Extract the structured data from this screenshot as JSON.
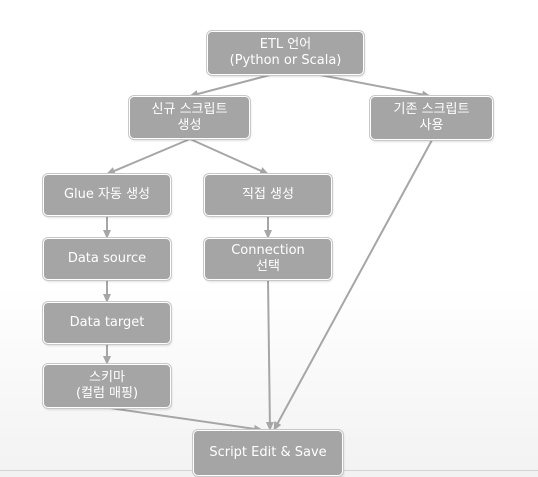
{
  "diagram": {
    "nodes": {
      "etl": {
        "line1": "ETL 언어",
        "line2": "(Python or Scala)"
      },
      "new_script": {
        "line1": "신규 스크립트",
        "line2": "생성"
      },
      "existing_script": {
        "line1": "기존 스크립트",
        "line2": "사용"
      },
      "glue_auto": {
        "line1": "Glue 자동 생성"
      },
      "direct": {
        "line1": "직접 생성"
      },
      "data_source": {
        "line1": "Data source"
      },
      "connection": {
        "line1": "Connection",
        "line2": "선택"
      },
      "data_target": {
        "line1": "Data target"
      },
      "schema": {
        "line1": "스키마",
        "line2": "(컬럼 매핑)"
      },
      "script_edit": {
        "line1": "Script Edit & Save"
      }
    },
    "edges": [
      {
        "from": "etl",
        "to": "new_script"
      },
      {
        "from": "etl",
        "to": "existing_script"
      },
      {
        "from": "new_script",
        "to": "glue_auto"
      },
      {
        "from": "new_script",
        "to": "direct"
      },
      {
        "from": "glue_auto",
        "to": "data_source"
      },
      {
        "from": "data_source",
        "to": "data_target"
      },
      {
        "from": "data_target",
        "to": "schema"
      },
      {
        "from": "direct",
        "to": "connection"
      },
      {
        "from": "schema",
        "to": "script_edit"
      },
      {
        "from": "connection",
        "to": "script_edit"
      },
      {
        "from": "existing_script",
        "to": "script_edit"
      }
    ],
    "colors": {
      "node_fill": "#a5a5a5",
      "node_text": "#ffffff",
      "edge": "#a6a6a6"
    }
  }
}
